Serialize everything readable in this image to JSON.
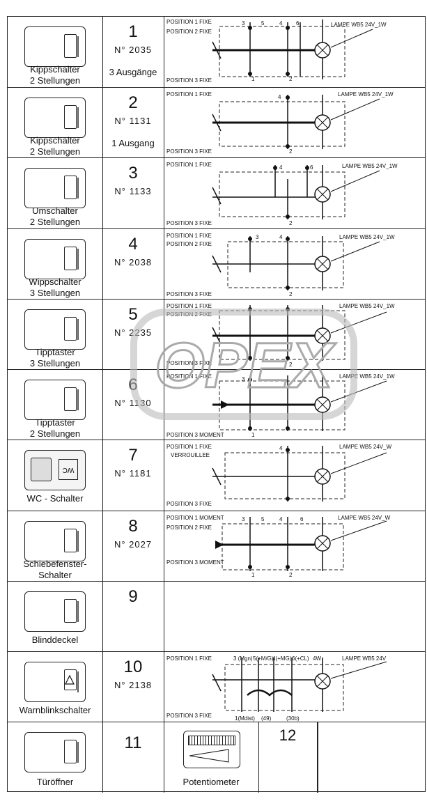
{
  "rows": [
    {
      "number": "1",
      "ref": "N° 2035",
      "outputs": "3 Ausgänge",
      "caption1": "Kippschalter",
      "caption2": "2 Stellungen",
      "pos_top": "POSITION 1 FIXE",
      "pos_mid": "POSITION 2 FIXE",
      "pos_bot": "POSITION 3 FIXE",
      "lamp": "LAMPE WB5 24V_1W"
    },
    {
      "number": "2",
      "ref": "N° 1131",
      "outputs": "1 Ausgang",
      "caption1": "Kippschalter",
      "caption2": "2 Stellungen",
      "pos_top": "POSITION 1 FIXE",
      "pos_mid": "",
      "pos_bot": "POSITION 3 FIXE",
      "lamp": "LAMPE WB5 24V_1W"
    },
    {
      "number": "3",
      "ref": "N° 1133",
      "outputs": "",
      "caption1": "Umschalter",
      "caption2": "2 Stellungen",
      "pos_top": "POSITION 1 FIXE",
      "pos_mid": "",
      "pos_bot": "POSITION 3 FIXE",
      "lamp": "LAMPE WB5 24V_1W"
    },
    {
      "number": "4",
      "ref": "N° 2038",
      "outputs": "",
      "caption1": "Wippschalter",
      "caption2": "3 Stellungen",
      "pos_top": "POSITION 1 FIXE",
      "pos_mid": "POSITION 2 FIXE",
      "pos_bot": "POSITION 3 FIXE",
      "lamp": "LAMPE WB5 24V_1W"
    },
    {
      "number": "5",
      "ref": "N° 2235",
      "outputs": "",
      "caption1": "Tipptaster",
      "caption2": "3 Stellungen",
      "pos_top": "POSITION 1 FIXE",
      "pos_mid": "POSITION 2 FIXE",
      "pos_bot": "POSITION 3 FIXE",
      "lamp": "LAMPE WB5 24V_1W"
    },
    {
      "number": "6",
      "ref": "N° 1130",
      "outputs": "",
      "caption1": "Tipptaster",
      "caption2": "2 Stellungen",
      "pos_top": "POSITION 1 FIXE",
      "pos_mid": "",
      "pos_bot": "POSITION 3 MOMENT",
      "lamp": "LAMPE WB5 24V_1W"
    },
    {
      "number": "7",
      "ref": "N° 1181",
      "outputs": "",
      "caption1": "WC - Schalter",
      "caption2": "",
      "pos_top": "POSITION 1 FIXE",
      "pos_mid": "VERROUILLEE",
      "pos_bot": "POSITION 3 FIXE",
      "lamp": "LAMPE WB5 24V_W"
    },
    {
      "number": "8",
      "ref": "N° 2027",
      "outputs": "",
      "caption1": "Schiebefenster-",
      "caption2": "Schalter",
      "pos_top": "POSITION 1 MOMENT",
      "pos_mid": "POSITION 2 FIXE",
      "pos_bot": "POSITION 3 MOMENT",
      "lamp": "LAMPE WB5 24V_W"
    },
    {
      "number": "9",
      "ref": "",
      "outputs": "",
      "caption1": "Blinddeckel",
      "caption2": "",
      "pos_top": "",
      "pos_mid": "",
      "pos_bot": "",
      "lamp": ""
    },
    {
      "number": "10",
      "ref": "N° 2138",
      "outputs": "",
      "caption1": "Warnblinkschalter",
      "caption2": "",
      "pos_top": "POSITION 1 FIXE",
      "pos_mid": "",
      "pos_bot": "POSITION 3 FIXE",
      "lamp": "LAMPE WB5 24V"
    },
    {
      "number": "11",
      "ref": "",
      "outputs": "",
      "caption1": "Türöffner",
      "caption2": "",
      "pos_top": "",
      "pos_mid": "",
      "pos_bot": "",
      "lamp": "",
      "extra_number": "12",
      "extra_caption": "Potentiometer"
    }
  ],
  "terminals": {
    "t3": "3",
    "t5": "5",
    "t4": "4",
    "t6": "6",
    "t1": "1",
    "t2": "2"
  },
  "row10_terminals": {
    "a": "3 (Mgn)",
    "b": "5(+M/G)",
    "c": "4(+MG)",
    "d": "6(+CL)",
    "e": "4W",
    "f": "1(Mdist)",
    "g": "(49)",
    "h": "(30b)"
  },
  "watermark": "OPEX"
}
